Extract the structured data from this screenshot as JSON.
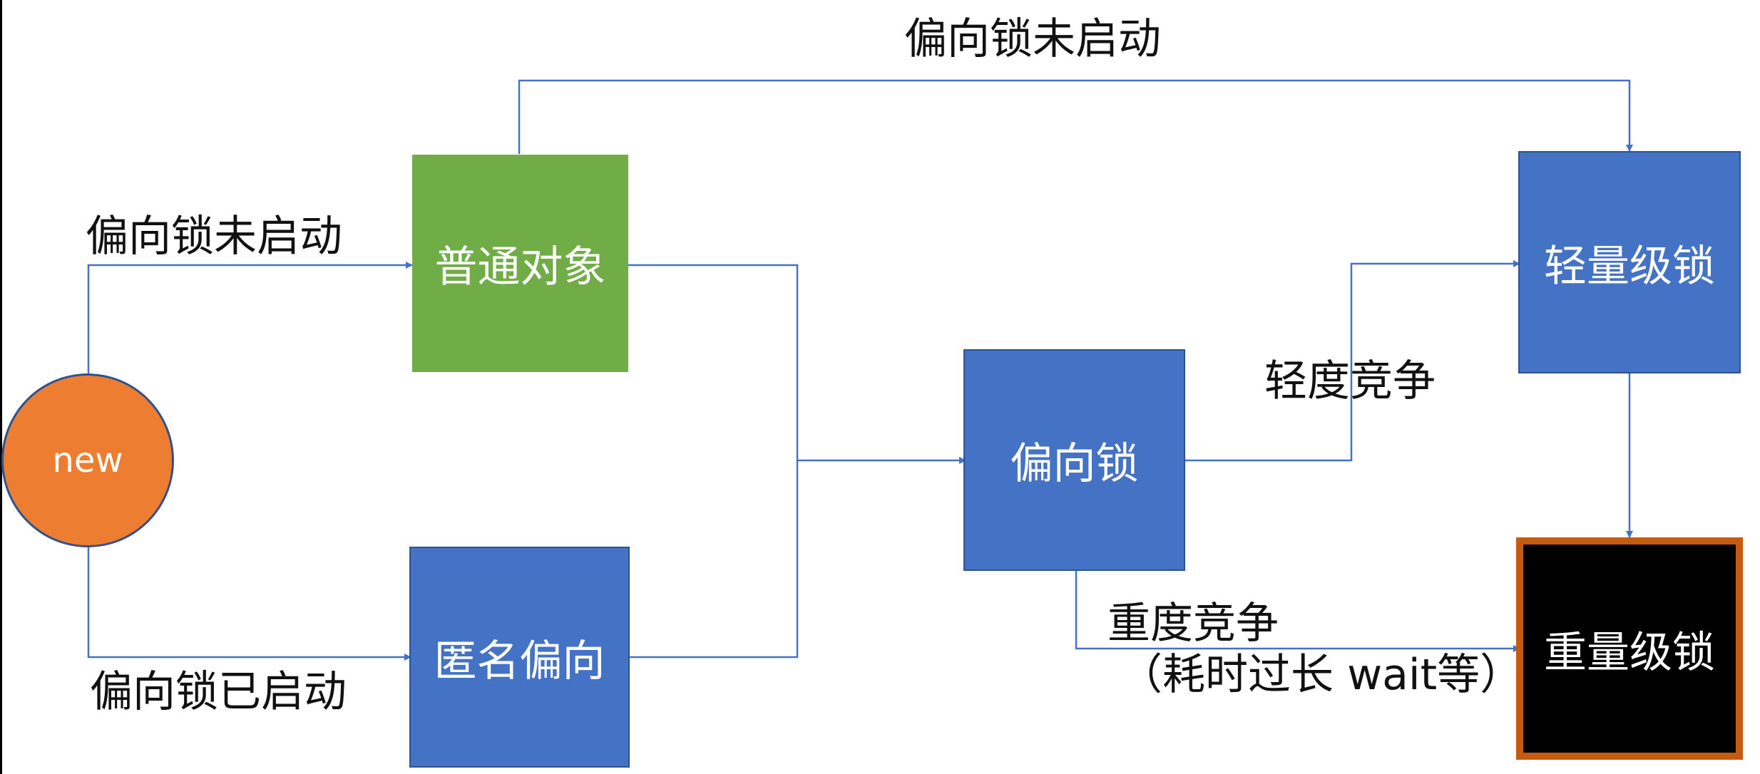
{
  "colors": {
    "connector": "#4472c4",
    "blue_box": "#4472c4",
    "green_box": "#70ad47",
    "circle_fill": "#ed7d31",
    "black_box": "#000000",
    "black_box_border": "#c55a11"
  },
  "nodes": {
    "new": "new",
    "normal_object": "普通对象",
    "anonymous_biased": "匿名偏向",
    "biased_lock": "偏向锁",
    "lightweight_lock": "轻量级锁",
    "heavyweight_lock": "重量级锁"
  },
  "edge_labels": {
    "top_bias_not_started": "偏向锁未启动",
    "left_bias_not_started": "偏向锁未启动",
    "left_bias_started": "偏向锁已启动",
    "light_contention": "轻度竞争",
    "heavy_contention": "重度竞争",
    "heavy_contention_detail": "（耗时过长 wait等）"
  }
}
